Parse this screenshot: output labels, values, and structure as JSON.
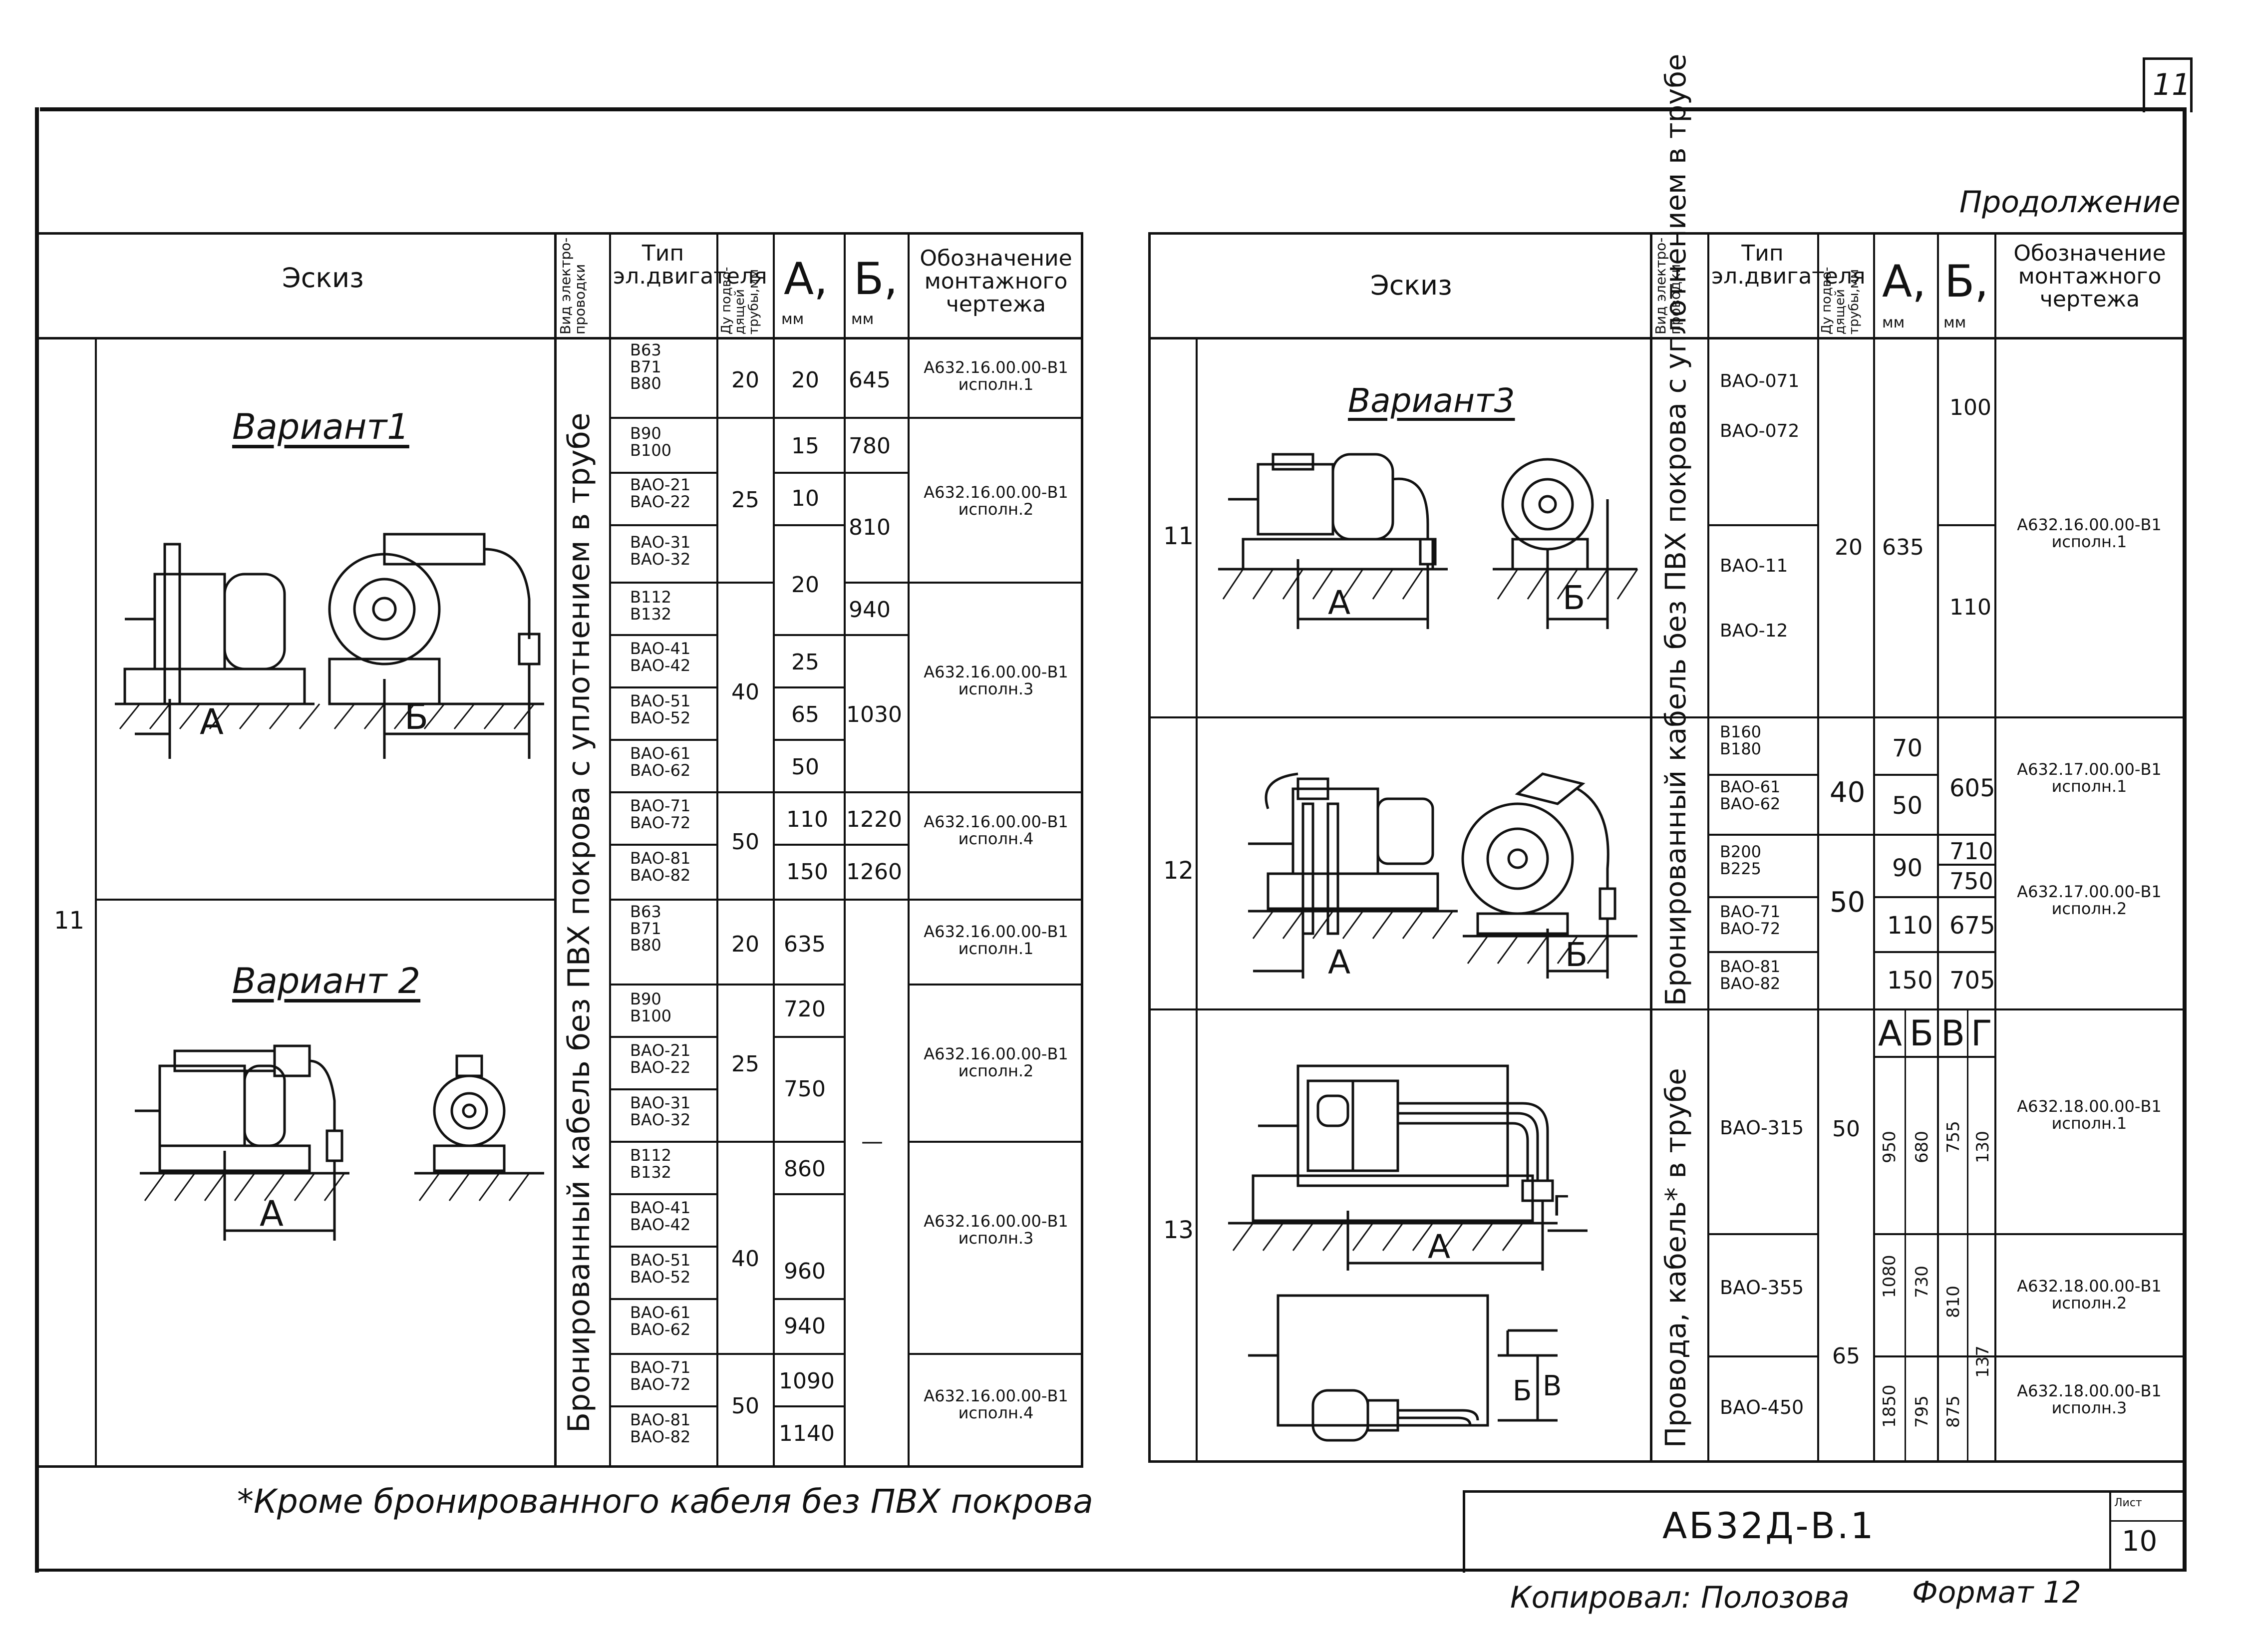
{
  "sheet": {
    "corner_number": "11",
    "continuation": "Продолжение",
    "footnote": "*Кроме бронированного кабеля без ПВХ покрова",
    "doc_code": "АБ32Д-В.1",
    "sheet_label": "Лист",
    "sheet_number": "10",
    "copied_by": "Копировал: Полозова",
    "format": "Формат 12"
  },
  "left_table": {
    "headers": {
      "sketch": "Эскиз",
      "wiring_type": "Вид электро-проводки",
      "motor_type": "Тип эл.двигателя",
      "pipe_dn": "Ду подво-дящей трубы,мм",
      "a": "А,",
      "a_unit": "мм",
      "b": "Б,",
      "b_unit": "мм",
      "drawing": "Обозначение монтажного чертежа"
    },
    "row_number": "11",
    "wiring_type": "Бронированный кабель без ПВХ покрова с уплотнением в трубе",
    "variant1": "Вариант1",
    "variant2": "Вариант 2",
    "label_a": "А",
    "label_b": "Б",
    "v1_rows": [
      {
        "motor": "В63\nВ71\nВ80",
        "a": "20",
        "b": "645"
      },
      {
        "motor": "В90\nВ100",
        "a": "15",
        "b": "780"
      },
      {
        "motor": "ВАО-21\nВАО-22",
        "a": "10",
        "b": ""
      },
      {
        "motor": "ВАО-31\nВАО-32",
        "a": "",
        "b": ""
      },
      {
        "motor": "В112\nВ132",
        "a": "20",
        "b": "940"
      },
      {
        "motor": "ВАО-41\nВАО-42",
        "a": "25",
        "b": ""
      },
      {
        "motor": "ВАО-51\nВАО-52",
        "a": "65",
        "b": "1030"
      },
      {
        "motor": "ВАО-61\nВАО-62",
        "a": "50",
        "b": ""
      },
      {
        "motor": "ВАО-71\nВАО-72",
        "a": "110",
        "b": "1220"
      },
      {
        "motor": "ВАО-81\nВАО-82",
        "a": "150",
        "b": "1260"
      }
    ],
    "v1_dn": [
      "20",
      "25",
      "40",
      "50"
    ],
    "v1_b_810": "810",
    "v1_drawings": [
      "А632.16.00.00-В1\nисполн.1",
      "А632.16.00.00-В1\nисполн.2",
      "А632.16.00.00-В1\nисполн.3",
      "А632.16.00.00-В1\nисполн.4"
    ],
    "v2_rows": [
      {
        "motor": "В63\nВ71\nВ80",
        "a": "635"
      },
      {
        "motor": "В90\nВ100",
        "a": "720"
      },
      {
        "motor": "ВАО-21\nВАО-22",
        "a": "750"
      },
      {
        "motor": "ВАО-31\nВАО-32",
        "a": ""
      },
      {
        "motor": "В112\nВ132",
        "a": "860"
      },
      {
        "motor": "ВАО-41\nВАО-42",
        "a": ""
      },
      {
        "motor": "ВАО-51\nВАО-52",
        "a": "960"
      },
      {
        "motor": "ВАО-61\nВАО-62",
        "a": "940"
      },
      {
        "motor": "ВАО-71\nВАО-72",
        "a": "1090"
      },
      {
        "motor": "ВАО-81\nВАО-82",
        "a": "1140"
      }
    ],
    "v2_dn": [
      "20",
      "25",
      "40",
      "50"
    ],
    "v2_b_dash": "—",
    "v2_drawings": [
      "А632.16.00.00-В1\nисполн.1",
      "А632.16.00.00-В1\nисполн.2",
      "А632.16.00.00-В1\nисполн.3",
      "А632.16.00.00-В1\nисполн.4"
    ]
  },
  "right_table": {
    "headers": {
      "sketch": "Эскиз",
      "wiring_type": "Вид электро-проводки",
      "motor_type": "Тип эл.двигателя",
      "pipe_dn": "Ду подво-дящей трубы,мм",
      "a": "А,",
      "a_unit": "мм",
      "b": "Б,",
      "b_unit": "мм",
      "drawing": "Обозначение монтажного чертежа"
    },
    "wiring_type_1": "Бронированный кабель без ПВХ покрова с уплотнением в трубе",
    "wiring_type_2": "Провода, кабель* в трубе",
    "variant3": "Вариант3",
    "label_a": "А",
    "label_b": "Б",
    "label_v": "В",
    "label_g": "Г",
    "row11": {
      "num": "11",
      "motors": [
        "ВАО-071",
        "ВАО-072",
        "ВАО-11",
        "ВАО-12"
      ],
      "dn": "20",
      "a": "635",
      "b": [
        "100",
        "110"
      ],
      "drawing": "А632.16.00.00-В1\nисполн.1"
    },
    "row12": {
      "num": "12",
      "motors": [
        "В160\nВ180",
        "ВАО-61\nВАО-62",
        "В200\nВ225",
        "ВАО-71\nВАО-72",
        "ВАО-81\nВАО-82"
      ],
      "dn": [
        "40",
        "50"
      ],
      "a": [
        "70",
        "50",
        "90",
        "110",
        "150"
      ],
      "b": [
        "605",
        "710",
        "750",
        "675",
        "705"
      ],
      "drawings": [
        "А632.17.00.00-В1\nисполн.1",
        "А632.17.00.00-В1\nисполн.2"
      ]
    },
    "row13": {
      "num": "13",
      "sub_headers": [
        "А",
        "Б",
        "В",
        "Г"
      ],
      "motors": [
        "ВАО-315",
        "ВАО-355",
        "ВАО-450"
      ],
      "dn": [
        "50",
        "65"
      ],
      "values": [
        [
          "950",
          "680",
          "755",
          "130"
        ],
        [
          "1080",
          "730",
          "810",
          "137"
        ],
        [
          "1850",
          "795",
          "875",
          ""
        ]
      ],
      "drawings": [
        "А632.18.00.00-В1\nисполн.1",
        "А632.18.00.00-В1\nисполн.2",
        "А632.18.00.00-В1\nисполн.3"
      ]
    }
  }
}
